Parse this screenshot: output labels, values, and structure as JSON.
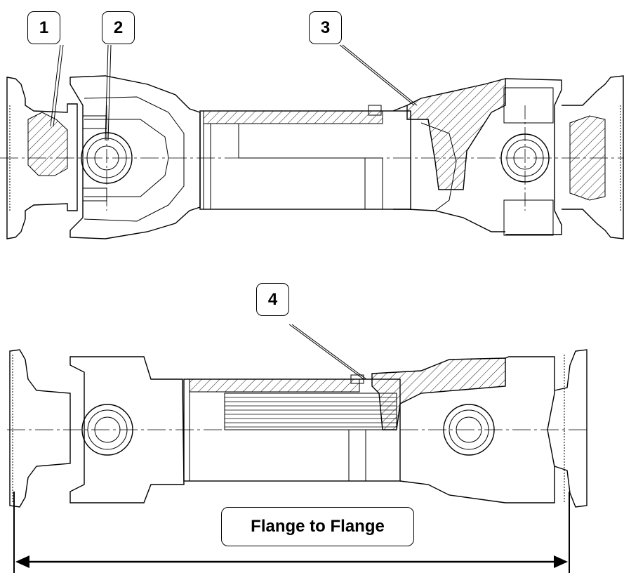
{
  "callouts": [
    {
      "id": "1",
      "label": "1"
    },
    {
      "id": "2",
      "label": "2"
    },
    {
      "id": "3",
      "label": "3"
    },
    {
      "id": "4",
      "label": "4"
    }
  ],
  "dimension": {
    "label": "Flange to Flange"
  },
  "colors": {
    "line": "#000000",
    "background": "#ffffff",
    "hatch": "#000000"
  }
}
